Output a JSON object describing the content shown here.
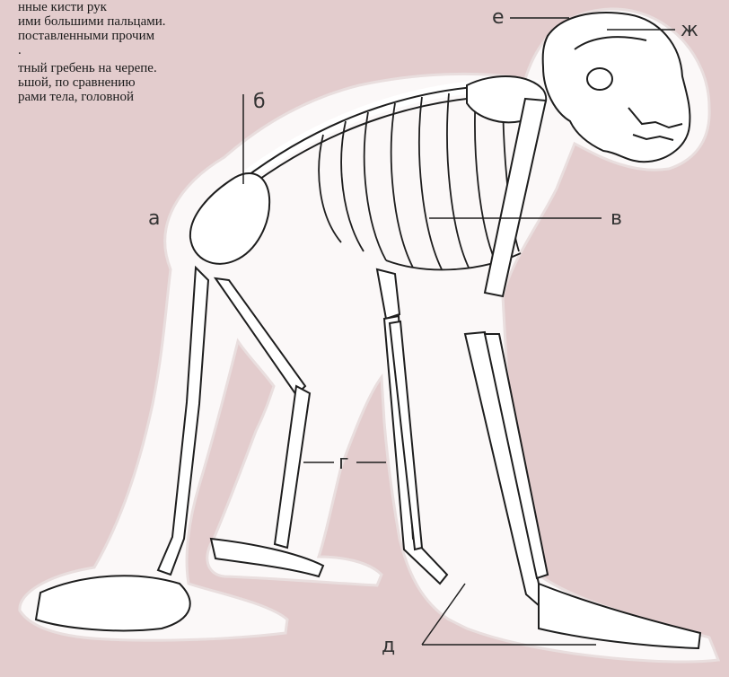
{
  "caption_lines": [
    "нные кисти рук",
    "ими большими пальцами.",
    "поставленными прочим",
    ".",
    "тный гребень на черепе.",
    "ьшой, по сравнению",
    "рами тела, головной"
  ],
  "labels": {
    "a": "а",
    "b": "б",
    "v": "в",
    "g": "г",
    "d": "д",
    "e": "е",
    "zh": "ж"
  },
  "colors": {
    "background": "#e3cccd",
    "halo": "#fbf8f8",
    "bone_fill": "#ffffff",
    "ink": "#1e1e1e",
    "label": "#333333"
  }
}
